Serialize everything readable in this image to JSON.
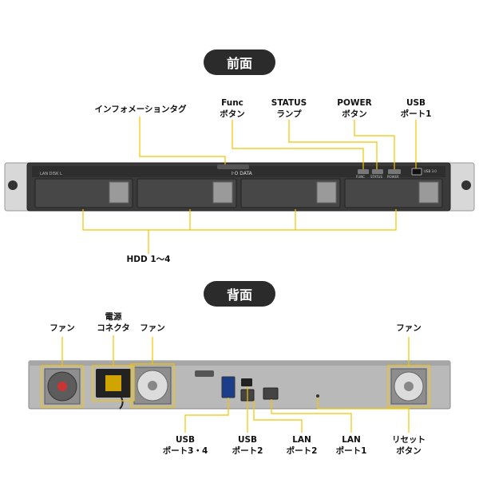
{
  "sections": {
    "front": "前面",
    "rear": "背面"
  },
  "front_labels": {
    "info_tag": "インフォメーションタグ",
    "func_line1": "Func",
    "func_line2": "ボタン",
    "status_line1": "STATUS",
    "status_line2": "ランプ",
    "power_line1": "POWER",
    "power_line2": "ボタン",
    "usb_line1": "USB",
    "usb_line2": "ポート1",
    "hdd": "HDD 1〜4"
  },
  "rear_labels": {
    "fan": "ファン",
    "power_conn_line1": "電源",
    "power_conn_line2": "コネクタ",
    "usb34_line1": "USB",
    "usb34_line2": "ポート3・4",
    "usb2_line1": "USB",
    "usb2_line2": "ポート2",
    "lan2_line1": "LAN",
    "lan2_line2": "ポート2",
    "lan1_line1": "LAN",
    "lan1_line2": "ポート1",
    "reset_line1": "リセット",
    "reset_line2": "ボタン"
  },
  "device_text": {
    "brand": "I·O DATA",
    "model": "LAN DISK L",
    "func_small": "FUNC",
    "status_small": "STATUS",
    "power_small": "POWER",
    "usb_small": "USB 3.0"
  },
  "colors": {
    "callout": "#f2c400",
    "pill": "#2b2b2b",
    "chassis": "#3a3a3a",
    "rear_panel": "#b9b9b9"
  },
  "icons": [
    "fan-icon",
    "power-socket-icon",
    "usb-port-icon",
    "lan-port-icon",
    "reset-hole-icon"
  ]
}
